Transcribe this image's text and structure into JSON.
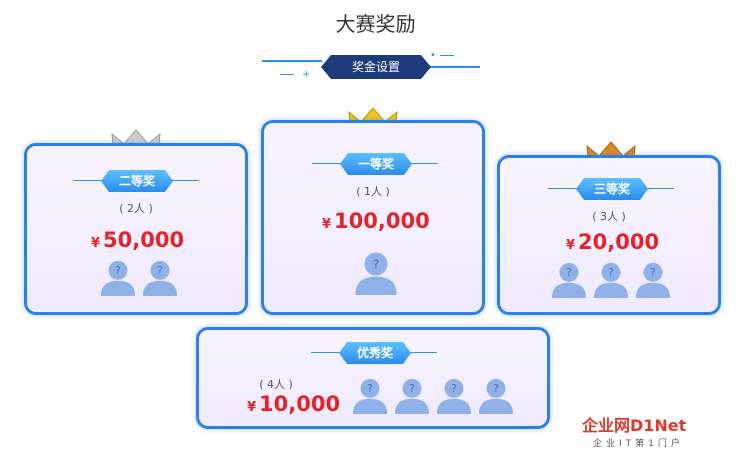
{
  "page_title": "大赛奖励",
  "section_label": "奖金设置",
  "currency_symbol": "¥",
  "prizes": [
    {
      "label": "二等奖",
      "count": "( 2人 )",
      "amount": "50,000",
      "winners": 2,
      "crown": "silver"
    },
    {
      "label": "一等奖",
      "count": "( 1人 )",
      "amount": "100,000",
      "winners": 1,
      "crown": "gold"
    },
    {
      "label": "三等奖",
      "count": "( 3人 )",
      "amount": "20,000",
      "winners": 3,
      "crown": "bronze"
    },
    {
      "label": "优秀奖",
      "count": "( 4人 )",
      "amount": "10,000",
      "winners": 4,
      "crown": "none"
    }
  ],
  "placeholder_glyph": "?",
  "watermark": {
    "brand": "企业网D1Net",
    "tagline": "企业IT第1门户"
  },
  "colors": {
    "accent": "#2f7fe8",
    "amount": "#e3242b",
    "section_bg": "#1d3a7a",
    "avatar": "#8fb1e8"
  }
}
